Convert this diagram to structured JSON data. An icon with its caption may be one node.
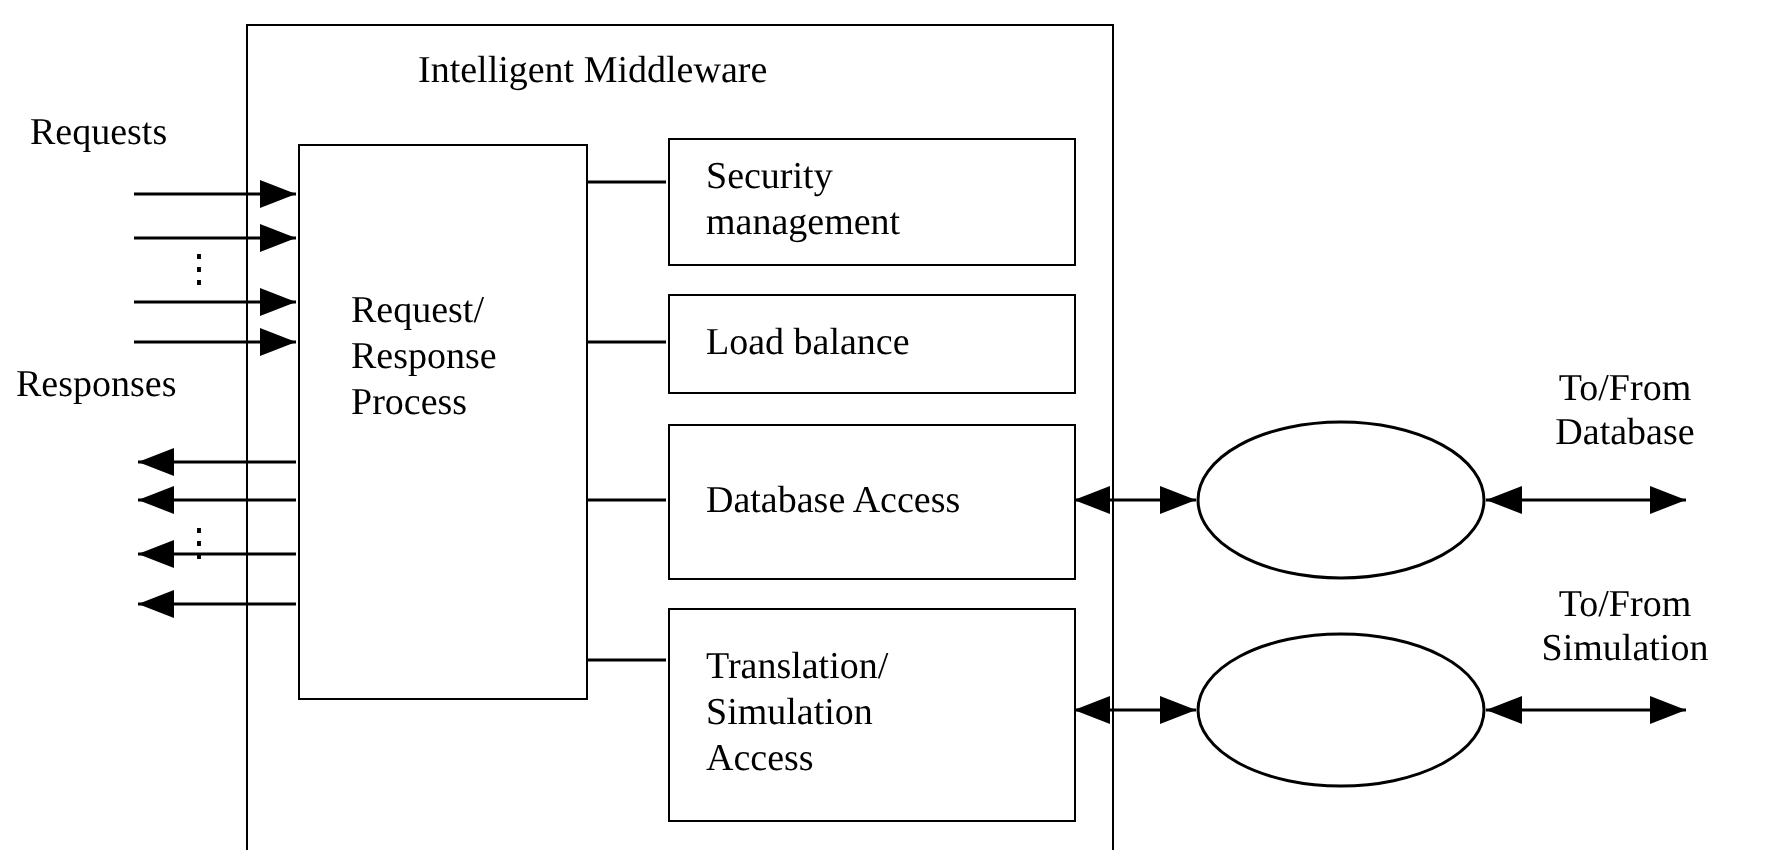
{
  "diagram": {
    "nodes": [
      {
        "text": [
          "Intelligent Middleware"
        ]
      },
      {
        "text": [
          "Request/ Response Process"
        ],
        "in": 0
      },
      {
        "text": [
          "Security management"
        ],
        "in": 0
      },
      {
        "text": [
          "Load balance"
        ],
        "in": 0
      },
      {
        "text": [
          "Database Access"
        ],
        "in": 0
      },
      {
        "text": [
          "Translation/ Simulation Access"
        ],
        "in": 0
      },
      {
        "text": [],
        "shape": "ellipse"
      },
      {
        "text": [],
        "shape": "ellipse"
      }
    ],
    "edges": [
      {
        "from": null,
        "to": 1,
        "arrow": "to"
      },
      {
        "from": null,
        "to": 1,
        "arrow": "to"
      },
      {
        "from": null,
        "to": 1,
        "arrow": "to"
      },
      {
        "from": null,
        "to": 1,
        "arrow": "to"
      },
      {
        "from": 1,
        "to": null,
        "arrow": "to"
      },
      {
        "from": 1,
        "to": null,
        "arrow": "to"
      },
      {
        "from": 1,
        "to": null,
        "arrow": "to"
      },
      {
        "from": 1,
        "to": null,
        "arrow": "to"
      },
      {
        "from": 1,
        "to": 2,
        "arrow": "none"
      },
      {
        "from": 1,
        "to": 3,
        "arrow": "none"
      },
      {
        "from": 1,
        "to": 4,
        "arrow": "none"
      },
      {
        "from": 1,
        "to": 5,
        "arrow": "none"
      },
      {
        "from": 4,
        "to": 6,
        "arrow": "both"
      },
      {
        "from": 5,
        "to": 7,
        "arrow": "both"
      },
      {
        "from": 6,
        "to": null,
        "arrow": "both"
      },
      {
        "from": 7,
        "to": null,
        "arrow": "both"
      }
    ],
    "labels": [
      "Requests",
      "⋮",
      "Responses",
      "⋮",
      "To/From Database",
      "To/From Simulation"
    ]
  }
}
